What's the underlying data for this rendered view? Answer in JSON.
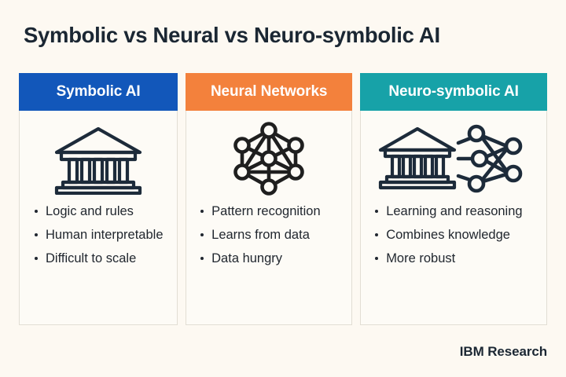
{
  "title": "Symbolic vs Neural vs Neuro-symbolic AI",
  "footer": {
    "brand": "IBM Research"
  },
  "colors": {
    "background": "#fdf9f2",
    "card_background": "#fdfbf6",
    "card_border": "#e2ded4",
    "text": "#1b2733",
    "symbolic_header": "#1257ba",
    "neural_header": "#f3813c",
    "neurosymbolic_header": "#17a2a8",
    "icon_stroke": "#1d2b3a",
    "neural_icon_stroke": "#1f1f1f"
  },
  "cards": [
    {
      "title": "Symbolic AI",
      "icon": "bank-temple-icon",
      "bullets": [
        "Logic and rules",
        "Human interpretable",
        "Difficult to scale"
      ]
    },
    {
      "title": "Neural Networks",
      "icon": "neural-network-graph-icon",
      "bullets": [
        "Pattern recognition",
        "Learns from data",
        "Data hungry"
      ]
    },
    {
      "title": "Neuro-symbolic AI",
      "icon": "bank-plus-neural-network-icon",
      "bullets": [
        "Learning and reasoning",
        "Combines knowledge",
        "More robust"
      ]
    }
  ]
}
